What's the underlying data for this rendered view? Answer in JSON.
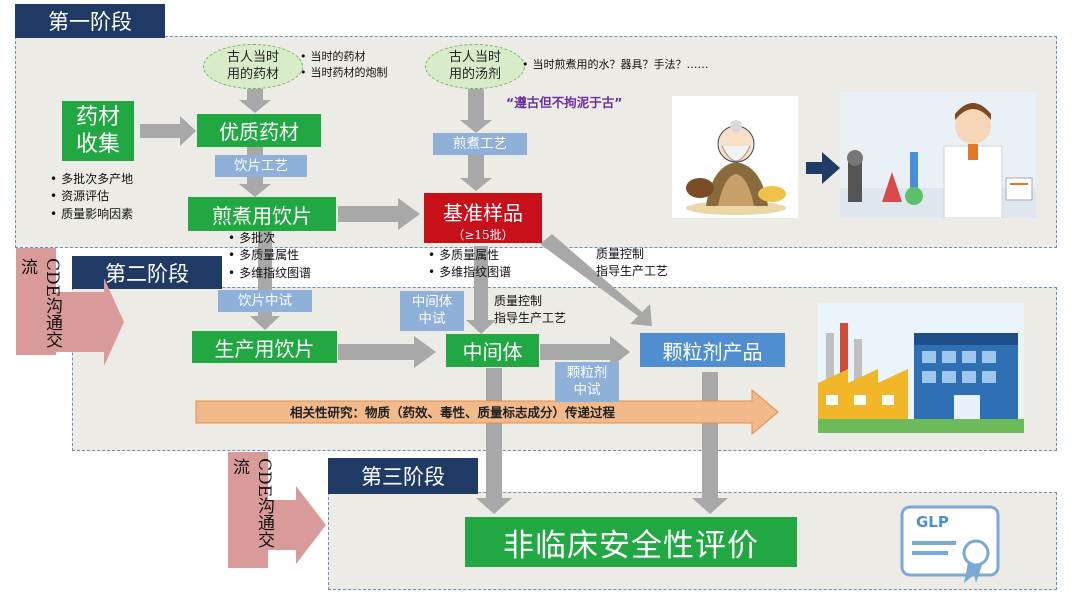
{
  "stages": {
    "stage1": "第一阶段",
    "stage2": "第二阶段",
    "stage3": "第三阶段"
  },
  "cde": {
    "label1": "CDE沟通交流",
    "label2": "CDE沟通交流"
  },
  "stage1": {
    "ellipse_herb": "古人当时用的药材",
    "ellipse_herb_notes": [
      "当时的药材",
      "当时药材的炮制"
    ],
    "ellipse_decoction": "古人当时用的汤剂",
    "ellipse_decoction_note": "当时煎煮用的水？器具？手法？……",
    "quote": "“遵古但不拘泥于古”",
    "herb_collection": "药材收集",
    "herb_collection_notes": [
      "多批次多产地",
      "资源评估",
      "质量影响因素"
    ],
    "quality_herbs": "优质药材",
    "slice_process": "饮片工艺",
    "decoction_slices": "煎煮用饮片",
    "decoction_slices_notes": [
      "多批次",
      "多质量属性",
      "多维指纹图谱"
    ],
    "decoction_process": "煎煮工艺",
    "reference_sample": "基准样品",
    "reference_sample_sub": "（≥15批）",
    "reference_sample_notes": [
      "多质量属性",
      "多维指纹图谱"
    ],
    "quality_control_note": [
      "质量控制",
      "指导生产工艺"
    ]
  },
  "stage2": {
    "slice_pilot": "饮片中试",
    "production_slices": "生产用饮片",
    "intermediate_pilot": "中间体中试",
    "intermediate_note": [
      "质量控制",
      "指导生产工艺"
    ],
    "intermediate": "中间体",
    "granule_pilot": "颗粒剂中试",
    "granule_product": "颗粒剂产品",
    "correlation": "相关性研究：物质（药效、毒性、质量标志成分）传递过程"
  },
  "stage3": {
    "evaluation": "非临床安全性评价",
    "certificate_label": "GLP"
  },
  "colors": {
    "green": "#21a843",
    "red": "#c8101a",
    "light_blue": "#8fb0d9",
    "blue": "#4f8fd0",
    "navy": "#1f3a64",
    "pink_arrow": "#d99a9a",
    "orange_arrow": "#f2b98a"
  }
}
